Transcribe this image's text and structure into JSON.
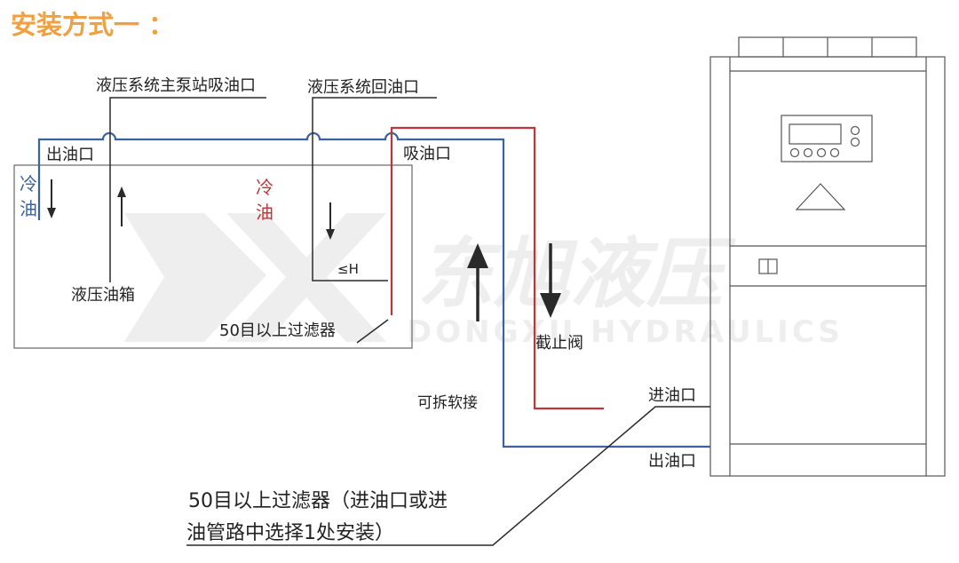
{
  "title": "安装方式一 ：",
  "labels": {
    "pump_suction": "液压系统主泵站吸油口",
    "system_return": "液压系统回油口",
    "tank_outlet": "出油口",
    "tank_suction": "吸油口",
    "cold_oil_blue": "冷油",
    "cold_oil_red": "冷油",
    "hydraulic_tank": "液压油箱",
    "height_mark": "≤H",
    "filter_tank": "50目以上过滤器",
    "shutoff_valve": "截止阀",
    "flexible_joint": "可拆软接",
    "unit_inlet": "进油口",
    "unit_outlet": "出油口",
    "filter_note_line1": "50目以上过滤器（进油口或进",
    "filter_note_line2": "油管路中选择1处安装）"
  },
  "watermark": {
    "logo_letters": "DX",
    "brand_cn": "东旭液压",
    "brand_en": "DONGXU HYDRAULICS"
  },
  "colors": {
    "title": "#F0A040",
    "blue_line": "#3A62A0",
    "red_line": "#C0353A",
    "outline": "#555555",
    "text": "#222222",
    "watermark": "#EDEDED"
  }
}
